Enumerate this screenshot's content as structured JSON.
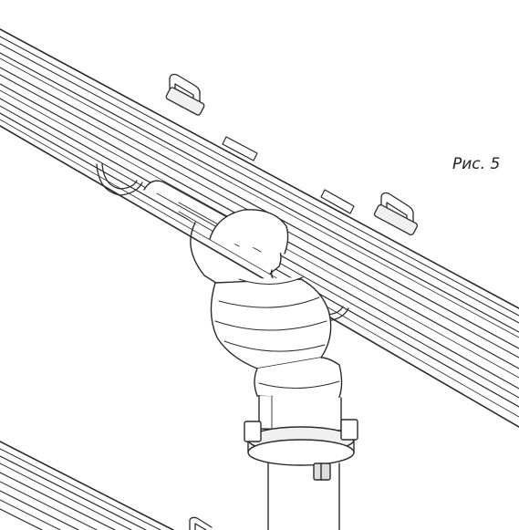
{
  "figure": {
    "caption": "Рис. 5"
  },
  "colors": {
    "line": "#2a2a2a",
    "fill_light": "#f0f0f0",
    "fill_mid": "#dedede",
    "background": "#ffffff"
  },
  "parts": [
    {
      "icon": "gutter-channel",
      "count": 2
    },
    {
      "icon": "gutter-bracket",
      "count": 4
    },
    {
      "icon": "gutter-funnel",
      "count": 1
    },
    {
      "icon": "downpipe-elbow",
      "count": 2
    },
    {
      "icon": "downpipe",
      "count": 1
    },
    {
      "icon": "pipe-clamp",
      "count": 1
    }
  ]
}
